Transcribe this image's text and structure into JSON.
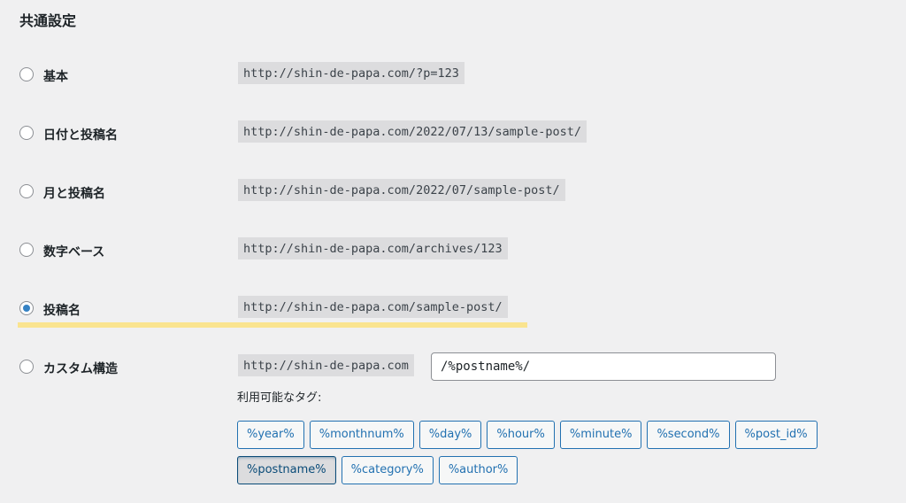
{
  "section_title": "共通設定",
  "options": [
    {
      "label": "基本",
      "url": "http://shin-de-papa.com/?p=123",
      "checked": false
    },
    {
      "label": "日付と投稿名",
      "url": "http://shin-de-papa.com/2022/07/13/sample-post/",
      "checked": false
    },
    {
      "label": "月と投稿名",
      "url": "http://shin-de-papa.com/2022/07/sample-post/",
      "checked": false
    },
    {
      "label": "数字ベース",
      "url": "http://shin-de-papa.com/archives/123",
      "checked": false
    },
    {
      "label": "投稿名",
      "url": "http://shin-de-papa.com/sample-post/",
      "checked": true
    },
    {
      "label": "カスタム構造",
      "url": "http://shin-de-papa.com",
      "checked": false
    }
  ],
  "custom_structure_value": "/%postname%/",
  "available_tags_label": "利用可能なタグ:",
  "tags": [
    "%year%",
    "%monthnum%",
    "%day%",
    "%hour%",
    "%minute%",
    "%second%",
    "%post_id%",
    "%postname%",
    "%category%",
    "%author%"
  ],
  "active_tag": "%postname%",
  "colors": {
    "highlight": "#fae48f",
    "accent": "#2271b1",
    "radio_checked": "#3582c4"
  }
}
